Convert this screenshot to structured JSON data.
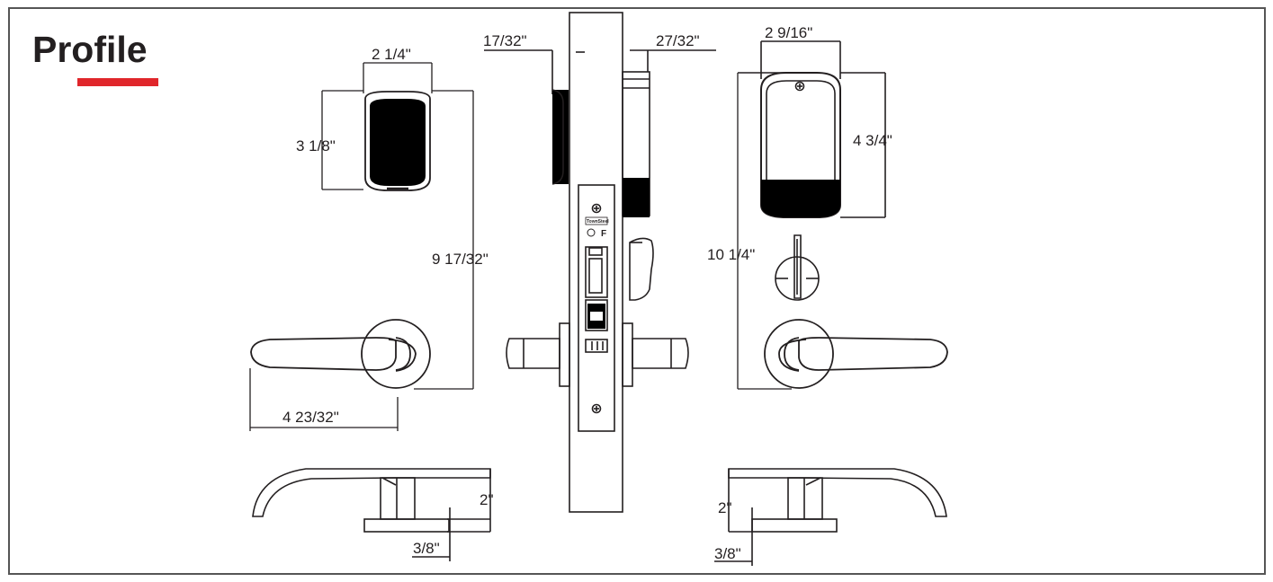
{
  "title": "Profile",
  "colors": {
    "accent": "#e0262b",
    "ink": "#231f20",
    "fill": "#000000"
  },
  "dimensions": {
    "keypad_width": "2 1/4\"",
    "keypad_height": "3 1/8\"",
    "overall_height_front": "9 17/32\"",
    "lever_length": "4 23/32\"",
    "mortise_left_offset": "17/32\"",
    "mortise_right_offset": "27/32\"",
    "rear_width": "2 9/16\"",
    "rear_height": "4 3/4\"",
    "overall_height_rear": "10 1/4\"",
    "lever_projection_left": "2\"",
    "rose_thickness_left": "3/8\"",
    "lever_projection_right": "2\"",
    "rose_thickness_right": "3/8\""
  },
  "faceplate": {
    "brand": "TownSteel",
    "mark": "F"
  }
}
